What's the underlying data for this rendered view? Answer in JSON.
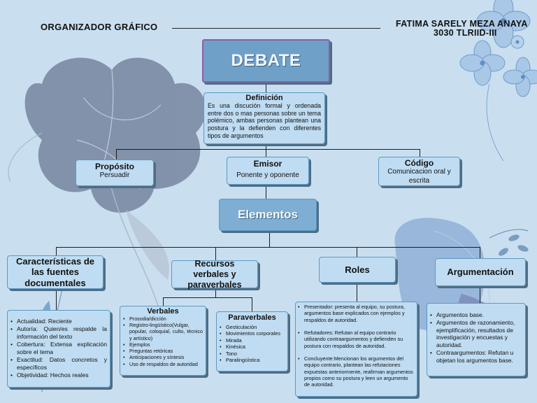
{
  "header": {
    "left_label": "ORGANIZADOR GRÁFICO",
    "author_name": "FATIMA SARELY MEZA ANAYA",
    "author_group": "3030 TLRIID-III"
  },
  "title": "DEBATE",
  "definition": {
    "title": "Definición",
    "text": "Es una discución formal y ordenada entre dos o mas personas sobre un tema polémico, ambas personas plantean una postura y la defienden con diferentes tipos de argumentos"
  },
  "purpose": {
    "title": "Propósito",
    "text": "Persuadir"
  },
  "sender": {
    "title": "Emisor",
    "text": "Ponente y oponente"
  },
  "code": {
    "title": "Código",
    "text": "Comunicacion oral y escrita"
  },
  "elements_label": "Elementos",
  "categories": {
    "sources": "Características de las fuentes documentales",
    "resources": "Recursos verbales y paraverbales",
    "roles": "Roles",
    "argumentation": "Argumentación"
  },
  "sources_list": [
    "Actualidad: Reciente",
    "Autoría: Quien/es respalde la información del texto",
    "Cobertura: Extensa explicación sobre el tema",
    "Exactitud: Datos concretos y específicos",
    "Objetividad: Hechos reales"
  ],
  "verbal": {
    "title": "Verbales",
    "items": [
      "Prosodia/dicción",
      "Registro-lingüístico(Vulgar, popular, coloquial, culto, técnico y artístico)",
      "Ejemplos",
      "Preguntas retóricas",
      "Anticipaciones y síntesis",
      "Uso de respaldos de autoridad"
    ]
  },
  "paraverbal": {
    "title": "Paraverbales",
    "items": [
      "Gesticulación",
      "Movimientos corporales",
      "Mirada",
      "Kinésica",
      "Tono",
      "Paralingüística"
    ]
  },
  "roles_list": [
    "Presentador: presenta al equipo, su postura, argumentos base explicados con ejemplos y respaldos de autoridad.",
    "Refutadores: Refutan al equipo contrario utilizando contraargumentos y defienden su postura con respaldos de autoridad.",
    "Concluyente:Mencionan los argumentos del equipo contrario, plantean las refutaciones expuestas anteriormente, reafirman argumentos propios como su postura y leen un argumento de autoridad."
  ],
  "argumentation_list": [
    "Argumentos base.",
    "Argumentos de razonamiento, ejemplificación, resultados de investigación y encuestas y autoridad.",
    "Contraargumentos: Refutan u objetan los argumentos base."
  ],
  "colors": {
    "background": "#c9dff0",
    "box_fill": "#bfdcf2",
    "box_border": "#5b9ac4",
    "title_fill": "#6ea0c8",
    "title_border": "#8a5fa8",
    "shadow": "#4e6d85"
  }
}
